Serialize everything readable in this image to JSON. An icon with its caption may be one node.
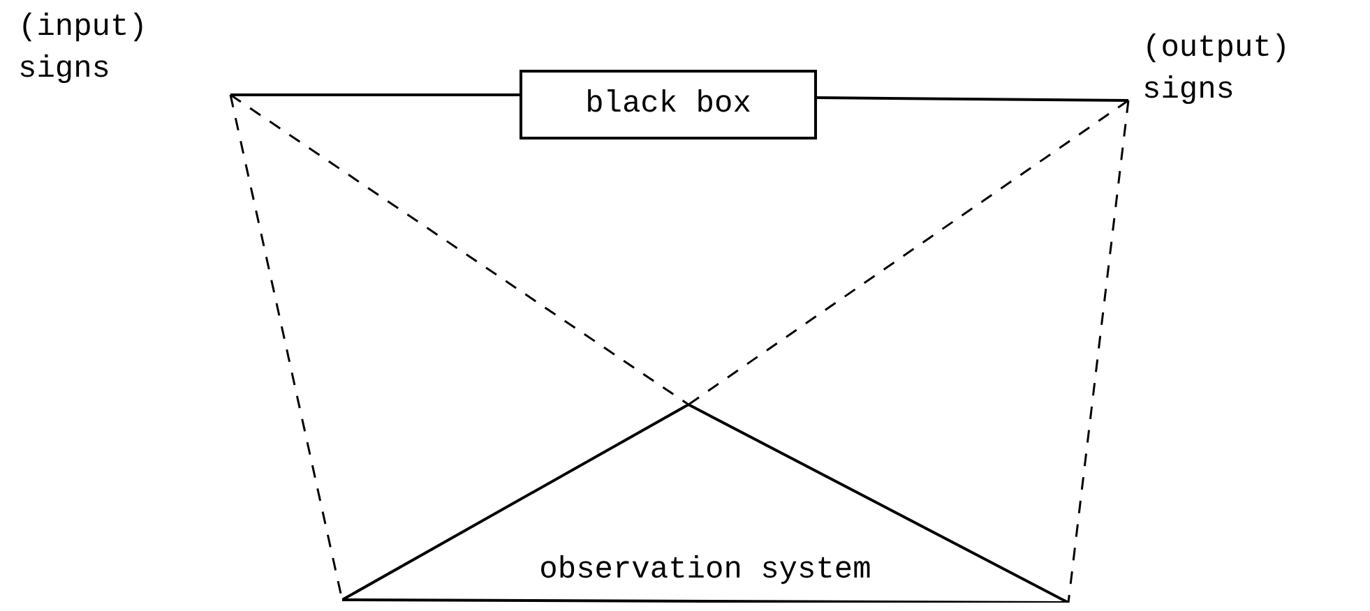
{
  "diagram": {
    "nodes": [
      {
        "text": [
          "(input) signs"
        ]
      },
      {
        "text": [
          "black box"
        ]
      },
      {
        "text": [
          "(output) signs"
        ]
      },
      {
        "text": [
          "observation system"
        ]
      }
    ],
    "edges": [
      {
        "from": 0,
        "to": 1,
        "arrow": "none"
      },
      {
        "from": 1,
        "to": 2,
        "arrow": "none"
      },
      {
        "from": 0,
        "to": 3,
        "arrow": "none",
        "style": "dashed"
      },
      {
        "from": 0,
        "to": 3,
        "arrow": "none",
        "style": "dashed"
      },
      {
        "from": 2,
        "to": 3,
        "arrow": "none",
        "style": "dashed"
      },
      {
        "from": 2,
        "to": 3,
        "arrow": "none",
        "style": "dashed"
      }
    ]
  }
}
